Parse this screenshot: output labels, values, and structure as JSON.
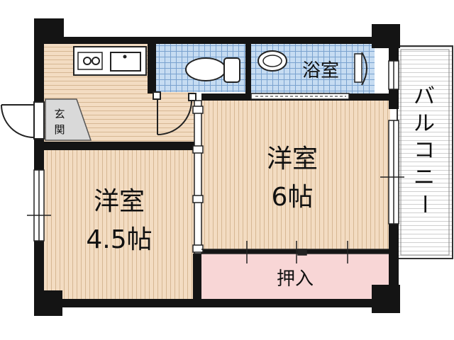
{
  "rooms": {
    "western_room_left": {
      "name": "洋室",
      "size": "4.5帖"
    },
    "western_room_right": {
      "name": "洋室",
      "size": "6帖"
    },
    "bathroom": {
      "name": "浴室"
    },
    "entrance": {
      "name": "玄関",
      "chars": [
        "玄",
        "関"
      ]
    },
    "closet": {
      "name": "押入"
    },
    "balcony": {
      "name": "バルコニー",
      "chars": [
        "バ",
        "ル",
        "コ",
        "ニ",
        "ー"
      ]
    }
  },
  "colors": {
    "wall": "#141414",
    "floor_wood": "#f3dcc2",
    "floor_line": "#d6b793",
    "tile": "#c6dcf2",
    "tile_line": "#7aa2cf",
    "closet": "#f8d6d6",
    "entrance": "#d9d9d9",
    "balcony": "#ffffff"
  }
}
